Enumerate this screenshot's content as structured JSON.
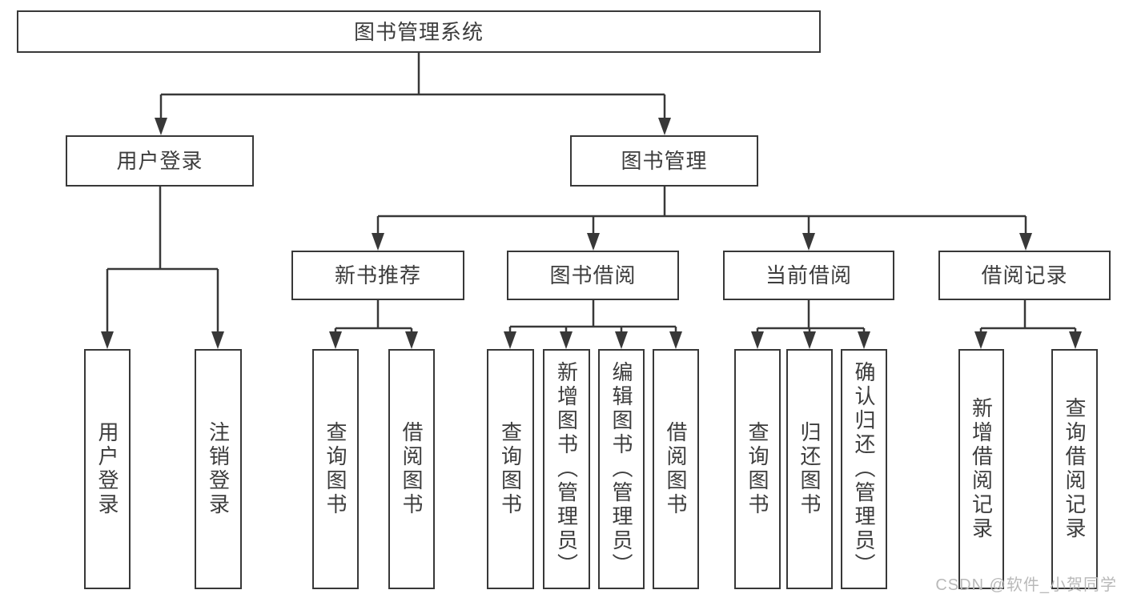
{
  "diagram": {
    "title": "图书管理系统",
    "level2": [
      {
        "label": "用户登录"
      },
      {
        "label": "图书管理"
      }
    ],
    "level3": [
      {
        "label": "新书推荐"
      },
      {
        "label": "图书借阅"
      },
      {
        "label": "当前借阅"
      },
      {
        "label": "借阅记录"
      }
    ],
    "leaves": {
      "user_login": [
        "用户登录",
        "注销登录"
      ],
      "new_book_recommend": [
        "查询图书",
        "借阅图书"
      ],
      "book_borrow": [
        "查询图书",
        "新增图书（管理员）",
        "编辑图书（管理员）",
        "借阅图书"
      ],
      "current_borrow": [
        "查询图书",
        "归还图书",
        "确认归还（管理员）"
      ],
      "borrow_records": [
        "新增借阅记录",
        "查询借阅记录"
      ]
    },
    "watermark": "CSDN @软件_小贺同学"
  },
  "colors": {
    "line": "#383838",
    "text": "#3d3d3d",
    "box_background": "#ffffff",
    "watermark": "#b9b9b9",
    "background": "#ffffff"
  }
}
